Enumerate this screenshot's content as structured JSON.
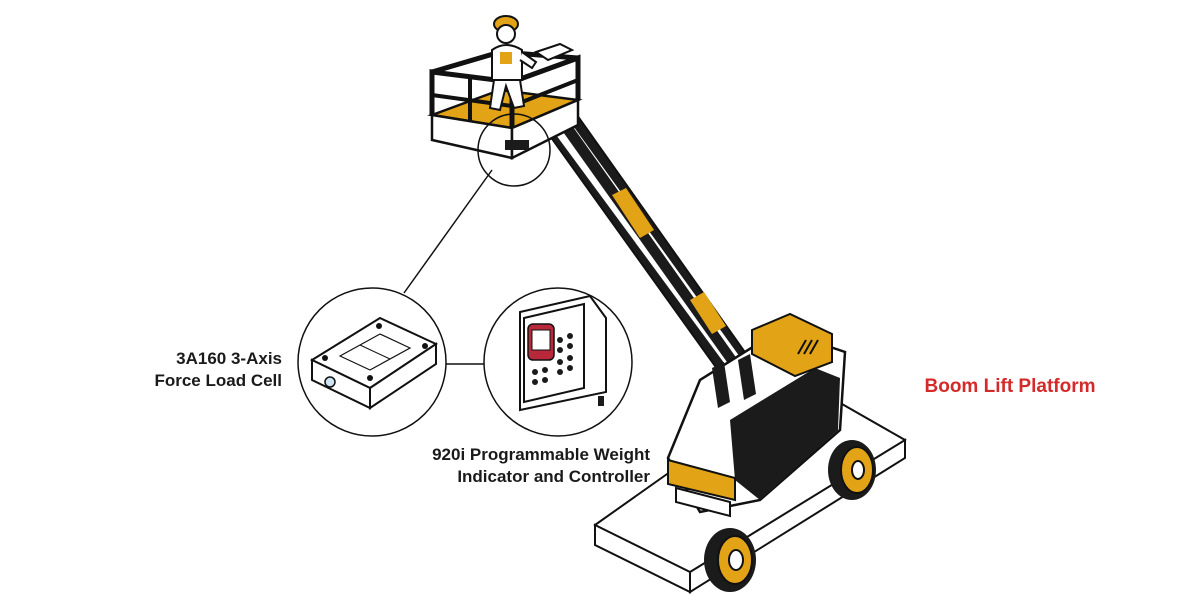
{
  "labels": {
    "load_cell": [
      "3A160 3-Axis",
      "Force Load Cell"
    ],
    "indicator": [
      "920i Programmable Weight",
      "Indicator and Controller"
    ],
    "title": "Boom Lift Platform"
  },
  "colors": {
    "accent": "#e2a316",
    "title_red": "#d42a2a",
    "outline": "#111111",
    "indicator_red": "#b8283a"
  }
}
